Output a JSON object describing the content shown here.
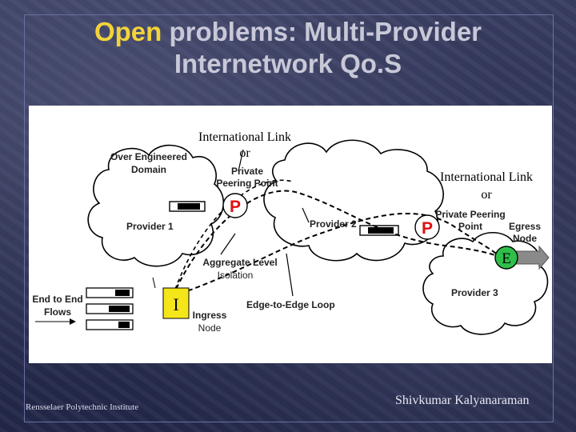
{
  "slide": {
    "title_accent": "Open",
    "title_rest_line1": " problems:  Multi-Provider",
    "title_line2": "Internetwork Qo.S",
    "footer_left": "Rensselaer Polytechnic Institute",
    "footer_right": "Shivkumar Kalyanaraman"
  },
  "diagram": {
    "intl_link_1_line1": "International Link",
    "intl_link_1_line2": "or",
    "intl_link_2_line1": "International Link",
    "intl_link_2_line2": "or",
    "over_engineered_line1": "Over Engineered",
    "over_engineered_line2": "Domain",
    "private_peering_1_line1": "Private",
    "private_peering_1_line2": "Peering Point",
    "private_peering_2_line1": "Private Peering",
    "private_peering_2_line2": "Point",
    "peering_marker_1": "P",
    "peering_marker_2": "P",
    "provider_1": "Provider 1",
    "provider_2": "Provider 2",
    "provider_3": "Provider 3",
    "egress_line1": "Egress",
    "egress_line2": "Node",
    "egress_marker": "E",
    "aggregate_line1": "Aggregate Level",
    "aggregate_line2": "Isolation",
    "flows_line1": "End to End",
    "flows_line2": "Flows",
    "ingress_marker": "I",
    "ingress_line1": "Ingress",
    "ingress_line2": "Node",
    "edge_loop": "Edge-to-Edge Loop",
    "colors": {
      "peering_marker": "#e01010",
      "egress_node": "#2fbf4a",
      "ingress_node": "#f5e61a",
      "title_accent": "#f2d33a"
    }
  }
}
